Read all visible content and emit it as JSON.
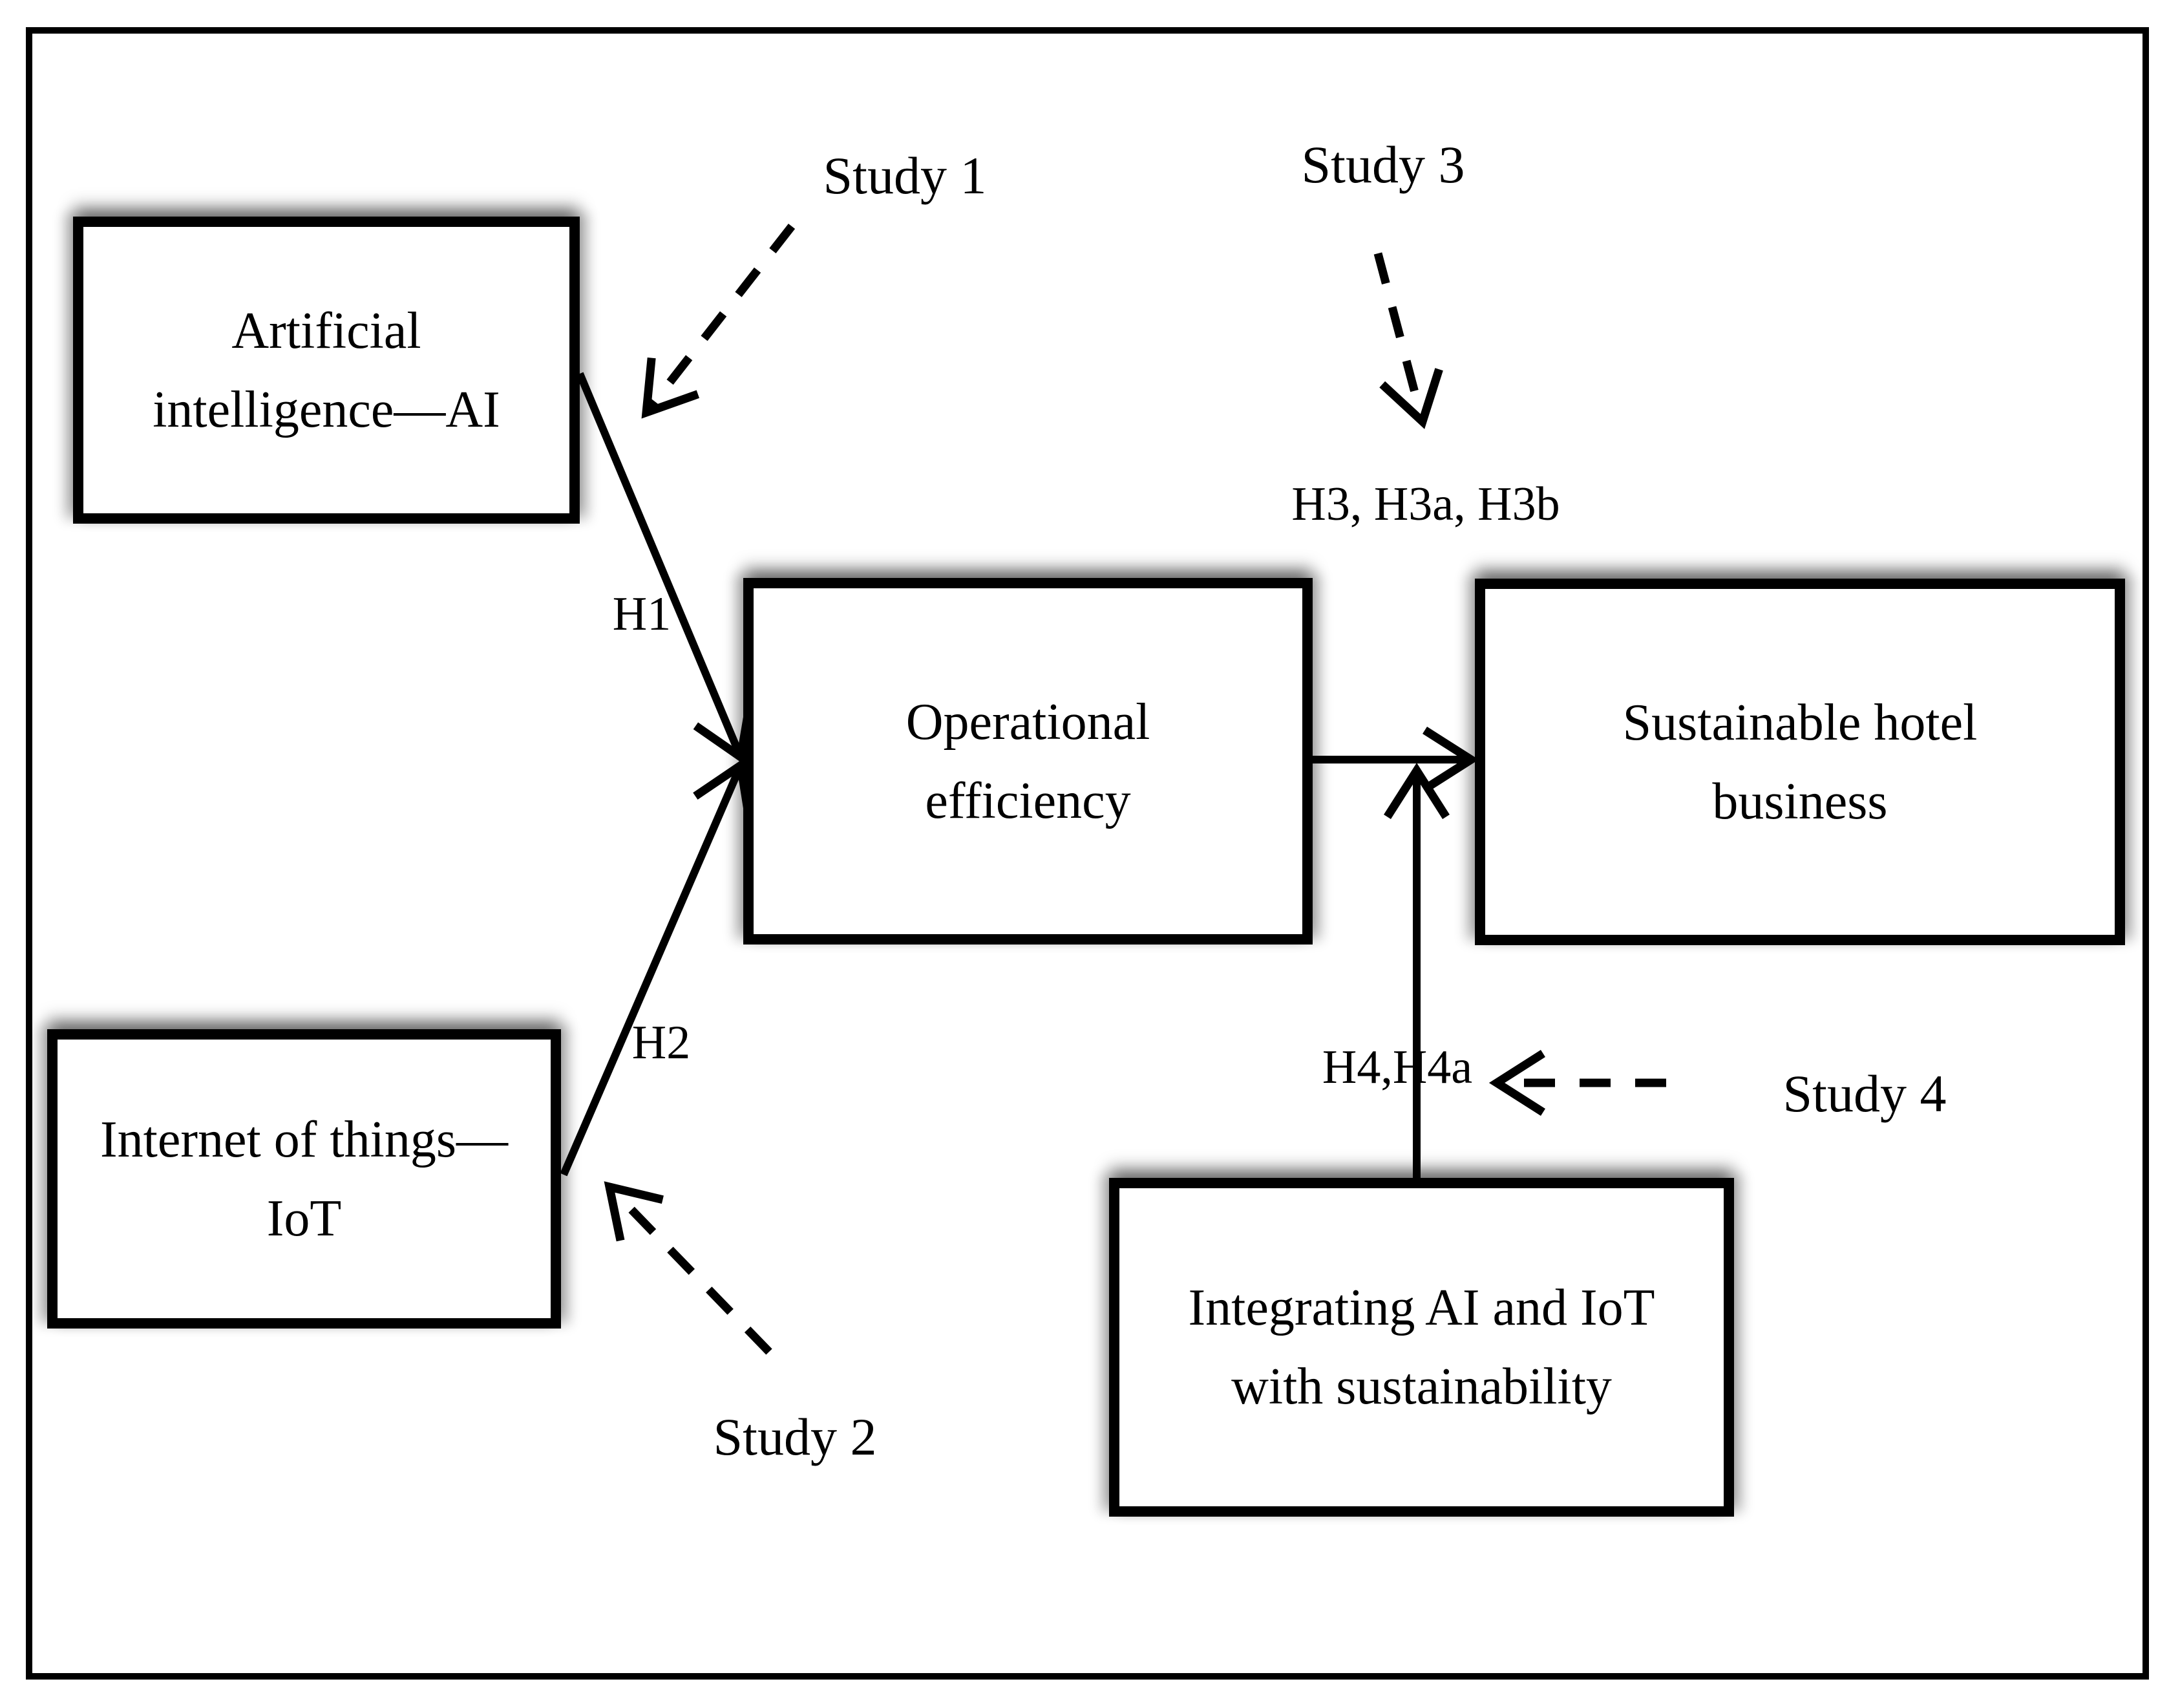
{
  "figure": {
    "type": "research-model-diagram",
    "boxes": {
      "ai": {
        "line1": "Artificial",
        "line2": "intelligence—AI"
      },
      "iot": {
        "line1": "Internet of things—",
        "line2": "IoT"
      },
      "oe": {
        "line1": "Operational",
        "line2": "efficiency"
      },
      "shb": {
        "line1": "Sustainable hotel",
        "line2": "business"
      },
      "int": {
        "line1": "Integrating AI and IoT",
        "line2": "with sustainability"
      }
    },
    "hypothesis_labels": {
      "h1": "H1",
      "h2": "H2",
      "h3": "H3, H3a, H3b",
      "h4": "H4,H4a"
    },
    "study_labels": {
      "study1": "Study 1",
      "study2": "Study 2",
      "study3": "Study 3",
      "study4": "Study 4"
    },
    "relations": [
      {
        "from": "ai",
        "to": "oe",
        "label": "H1",
        "style": "solid"
      },
      {
        "from": "iot",
        "to": "oe",
        "label": "H2",
        "style": "solid"
      },
      {
        "from": "oe",
        "to": "shb",
        "label": "H3, H3a, H3b",
        "style": "solid"
      },
      {
        "from": "int",
        "to": "oe-shb-arrow",
        "label": "H4,H4a",
        "style": "solid"
      },
      {
        "from": "study1",
        "to": "ai-oe-link",
        "style": "dashed"
      },
      {
        "from": "study2",
        "to": "iot-oe-link",
        "style": "dashed"
      },
      {
        "from": "study3",
        "to": "h3-label",
        "style": "dashed"
      },
      {
        "from": "study4",
        "to": "h4-label",
        "style": "dashed"
      }
    ],
    "colors": {
      "line": "#000000",
      "box_border": "#000000",
      "box_background": "#ffffff",
      "page_background": "#ffffff",
      "shadow": "rgba(0,0,0,0.35)"
    }
  }
}
